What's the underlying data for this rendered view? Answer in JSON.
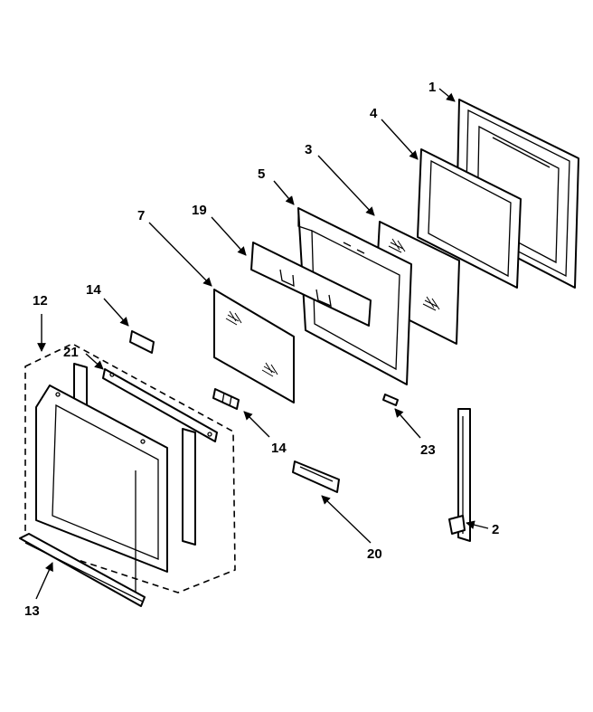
{
  "callouts": {
    "c1": "1",
    "c2": "2",
    "c3": "3",
    "c4": "4",
    "c5": "5",
    "c7": "7",
    "c12": "12",
    "c13": "13",
    "c14a": "14",
    "c14b": "14",
    "c19": "19",
    "c20": "20",
    "c21": "21",
    "c23": "23"
  }
}
